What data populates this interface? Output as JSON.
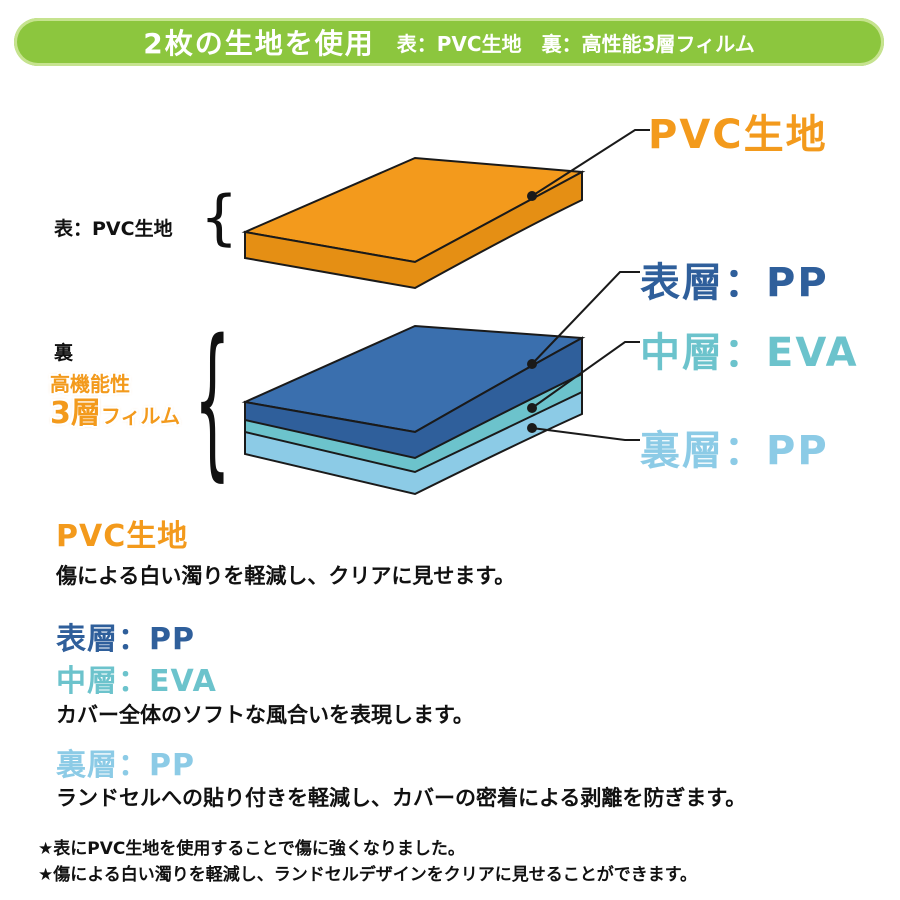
{
  "banner": {
    "main": "2枚の生地を使用",
    "sub": "表：PVC生地　裏：高性能3層フィルム"
  },
  "colors": {
    "banner_green": "#8cc63e",
    "pvc_orange": "#f39a1c",
    "pp_top_blue": "#3a6fae",
    "eva_teal": "#6cc3cc",
    "pp_bottom_lightblue": "#8ccbe6"
  },
  "diagram": {
    "front_label": "表：PVC生地",
    "back_label": "裏",
    "back_sub1": "高機能性",
    "back_sub2_num": "3層",
    "back_sub2_rest": "フィルム",
    "callouts": {
      "pvc": "PVC生地",
      "pp_top": "表層：PP",
      "eva": "中層：EVA",
      "pp_bottom": "裏層：PP"
    }
  },
  "sections": {
    "pvc_title": "PVC生地",
    "pvc_desc": "傷による白い濁りを軽減し、クリアに見せます。",
    "pp_top_title": "表層：PP",
    "eva_title": "中層：EVA",
    "pp_eva_desc": "カバー全体のソフトな風合いを表現します。",
    "pp_bottom_title": "裏層：PP",
    "pp_bottom_desc": "ランドセルへの貼り付きを軽減し、カバーの密着による剥離を防ぎます。"
  },
  "notes": [
    "★表にPVC生地を使用することで傷に強くなりました。",
    "★傷による白い濁りを軽減し、ランドセルデザインをクリアに見せることができます。"
  ]
}
